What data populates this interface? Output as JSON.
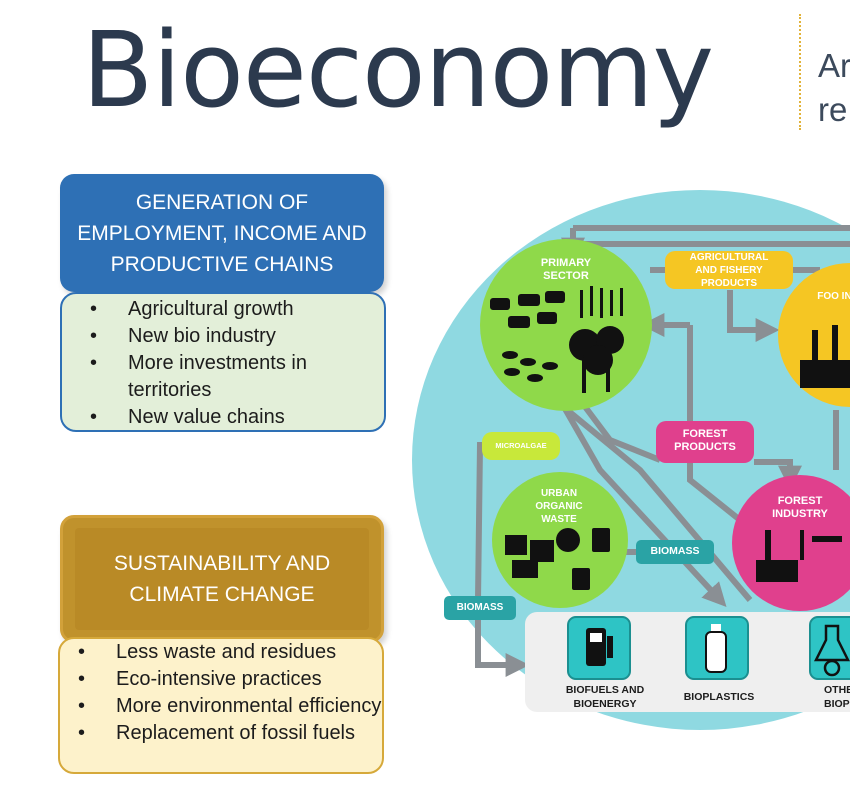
{
  "title": "Bioeconomy",
  "subtitle": [
    "Ar",
    "re"
  ],
  "boxes": [
    {
      "header": "GENERATION OF EMPLOYMENT, INCOME AND PRODUCTIVE CHAINS",
      "items": [
        "Agricultural growth",
        "New bio industry",
        "More investments in territories",
        "New value chains"
      ]
    },
    {
      "header": "SUSTAINABILITY AND CLIMATE CHANGE",
      "items": [
        "Less waste and residues",
        "Eco-intensive  practices",
        "More environmental efficiency",
        "Replacement  of fossil fuels"
      ]
    }
  ],
  "diagram": {
    "nodes": {
      "primary_sector": "PRIMARY SECTOR",
      "food_industry": "FOO INDUS",
      "forest_industry": "FOREST INDUSTRY",
      "urban_organic_waste": "URBAN ORGANIC WASTE"
    },
    "flows": {
      "agri_fishery": "AGRICULTURAL AND FISHERY PRODUCTS",
      "forest_products": "FOREST PRODUCTS",
      "microalgae": "MICROALGAE",
      "biomass_right": "BIOMASS",
      "biomass_left": "BIOMASS"
    },
    "outputs": {
      "biofuels": "BIOFUELS AND BIOENERGY",
      "bioplastics": "BIOPLASTICS",
      "other": "OTHE BIOPROD"
    },
    "colors": {
      "lagoon": "#8fd9e1",
      "green": "#8fd94a",
      "yellow": "#f5c623",
      "magenta": "#e0408d",
      "teal_chip": "#2aa3a5",
      "blue_header": "#2e70b5",
      "gold_header": "#c0922c"
    }
  }
}
